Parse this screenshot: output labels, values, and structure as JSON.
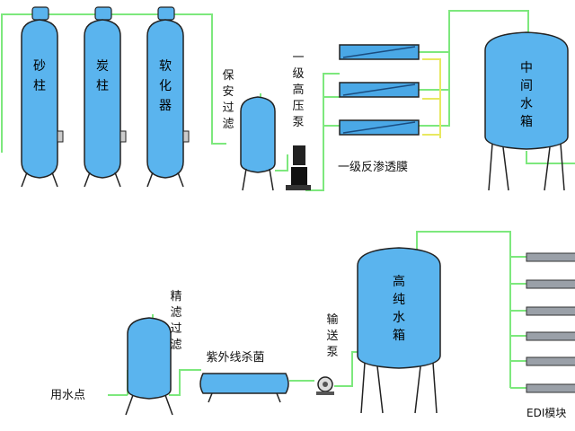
{
  "colors": {
    "vessel_fill": "#5ab4ee",
    "vessel_stroke": "#222222",
    "pipe_green": "#7de87d",
    "pipe_yellow": "#e8e860",
    "membrane_fill": "#4aa8e6"
  },
  "labels": {
    "sand_column": [
      "砂",
      "柱"
    ],
    "carbon_column": [
      "炭",
      "柱"
    ],
    "softener": [
      "软",
      "化",
      "器"
    ],
    "security_filter": [
      "保",
      "安",
      "过",
      "滤"
    ],
    "hp_pump": [
      "一",
      "级",
      "高",
      "压",
      "泵"
    ],
    "ro_membrane": "一级反渗透膜",
    "mid_tank": [
      "中",
      "间",
      "水",
      "箱"
    ],
    "fine_filter": [
      "精",
      "滤",
      "过",
      "滤"
    ],
    "use_point": "用水点",
    "uv_sterilizer": "紫外线杀菌",
    "transfer_pump": [
      "输",
      "送",
      "泵"
    ],
    "pure_tank": [
      "高",
      "纯",
      "水",
      "箱"
    ],
    "edi_module": "EDI模块"
  }
}
